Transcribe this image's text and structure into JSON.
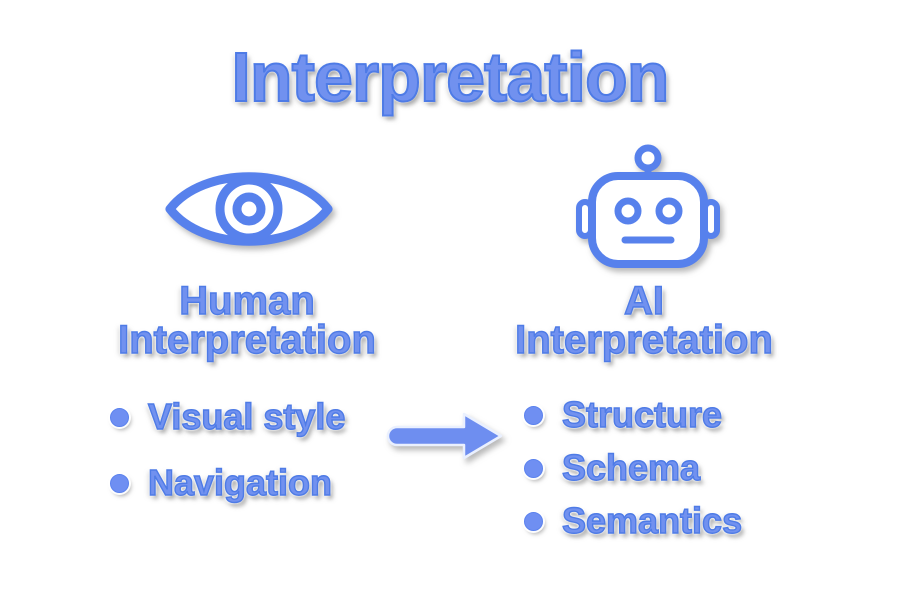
{
  "title": "Interpretation",
  "human": {
    "heading_lines": [
      "Human",
      "Interpretation"
    ],
    "items": [
      "Visual style",
      "Navigation"
    ]
  },
  "ai": {
    "heading_lines": [
      "AI",
      "Interpretation"
    ],
    "items": [
      "Structure",
      "Schema",
      "Semantics"
    ]
  },
  "icons": {
    "human": "eye-icon",
    "ai": "robot-icon",
    "flow": "arrow-right-icon"
  },
  "colors": {
    "text_fill": "#7191EF",
    "text_stroke": "#4E7BE6",
    "icon_stroke": "#5781EC",
    "arrow_fill": "#6E8EF0",
    "arrow_outline": "#EAF0FE",
    "bullet_fill": "#6F8FF2",
    "shadow": "rgba(110,110,110,0.55)",
    "background": "#FFFFFF"
  }
}
